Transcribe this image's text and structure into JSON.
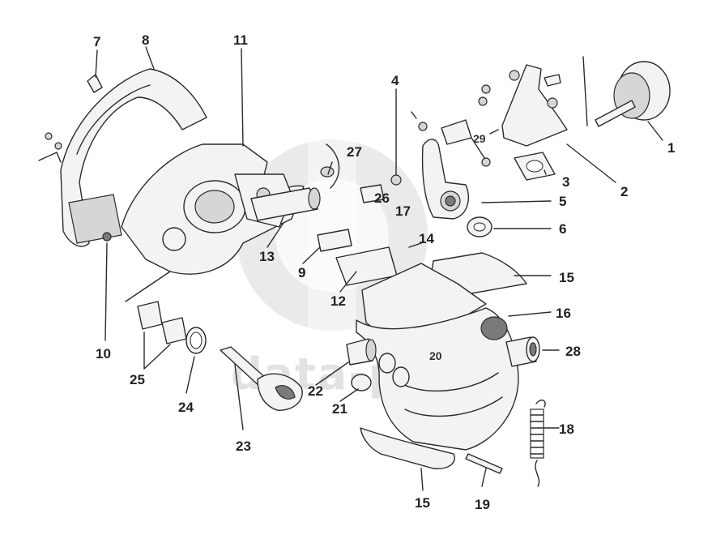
{
  "watermark": {
    "text": "data-parts"
  },
  "labels": [
    {
      "id": "1",
      "text": "1"
    },
    {
      "id": "2",
      "text": "2"
    },
    {
      "id": "3",
      "text": "3"
    },
    {
      "id": "4",
      "text": "4"
    },
    {
      "id": "5",
      "text": "5"
    },
    {
      "id": "6",
      "text": "6"
    },
    {
      "id": "7",
      "text": "7"
    },
    {
      "id": "8",
      "text": "8"
    },
    {
      "id": "9",
      "text": "9"
    },
    {
      "id": "10",
      "text": "10"
    },
    {
      "id": "11",
      "text": "11"
    },
    {
      "id": "12",
      "text": "12"
    },
    {
      "id": "13",
      "text": "13"
    },
    {
      "id": "14",
      "text": "14"
    },
    {
      "id": "15a",
      "text": "15"
    },
    {
      "id": "15b",
      "text": "15"
    },
    {
      "id": "16",
      "text": "16"
    },
    {
      "id": "17",
      "text": "17"
    },
    {
      "id": "18",
      "text": "18"
    },
    {
      "id": "19",
      "text": "19"
    },
    {
      "id": "20",
      "text": "20"
    },
    {
      "id": "21",
      "text": "21"
    },
    {
      "id": "22",
      "text": "22"
    },
    {
      "id": "23",
      "text": "23"
    },
    {
      "id": "24",
      "text": "24"
    },
    {
      "id": "25",
      "text": "25"
    },
    {
      "id": "26",
      "text": "26"
    },
    {
      "id": "27",
      "text": "27"
    },
    {
      "id": "28",
      "text": "28"
    },
    {
      "id": "29",
      "text": "29"
    }
  ]
}
